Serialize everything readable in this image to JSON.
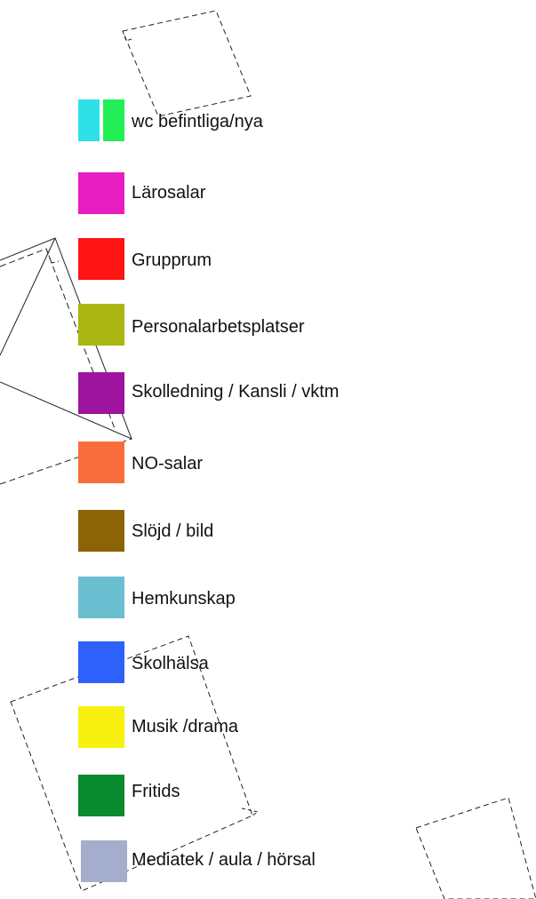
{
  "legend": {
    "items": [
      {
        "label": "wc befintliga/nya",
        "colors": [
          "#2ee1e8",
          "#22ee55"
        ]
      },
      {
        "label": "Lärosalar",
        "colors": [
          "#e81ec3"
        ]
      },
      {
        "label": "Grupprum",
        "colors": [
          "#ff1414"
        ]
      },
      {
        "label": "Personalarbetsplatser",
        "colors": [
          "#aab612"
        ]
      },
      {
        "label": "Skolledning / Kansli / vktm",
        "colors": [
          "#9e149e"
        ]
      },
      {
        "label": "NO-salar",
        "colors": [
          "#f76e3c"
        ]
      },
      {
        "label": "Slöjd / bild",
        "colors": [
          "#8c6408"
        ]
      },
      {
        "label": "Hemkunskap",
        "colors": [
          "#6ac0d0"
        ]
      },
      {
        "label": "Skolhälsa",
        "colors": [
          "#2e60fa"
        ]
      },
      {
        "label": "Musik /drama",
        "colors": [
          "#f8f00e"
        ]
      },
      {
        "label": "Fritids",
        "colors": [
          "#0a8a2e"
        ]
      },
      {
        "label": "Mediatek / aula / hörsal",
        "colors": [
          "#a4aecc"
        ]
      }
    ]
  }
}
